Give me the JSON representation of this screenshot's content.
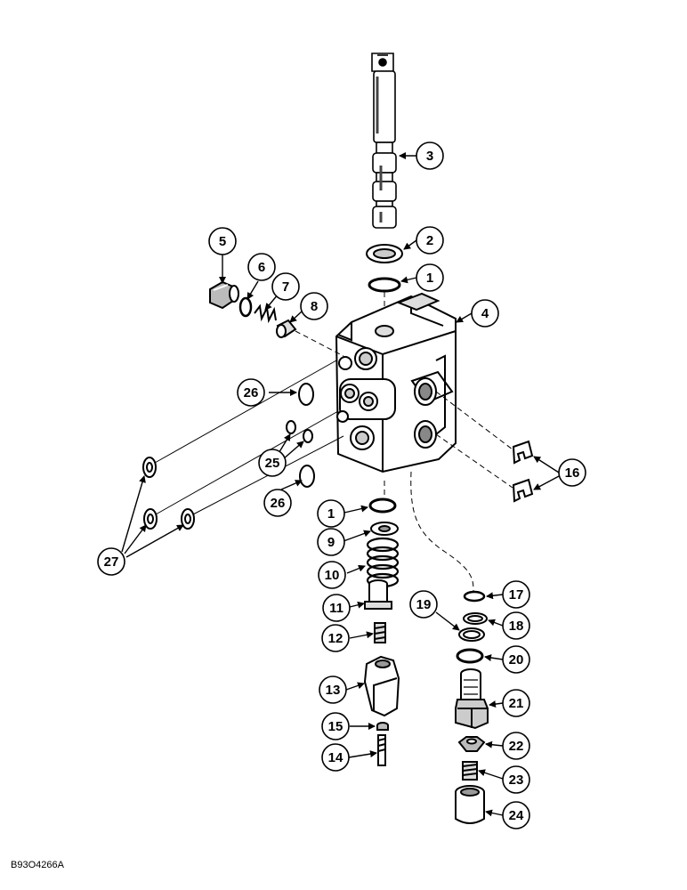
{
  "diagram": {
    "reference_code": "B93O4266A",
    "callouts": {
      "c1a": "1",
      "c1b": "1",
      "c2": "2",
      "c3": "3",
      "c4": "4",
      "c5": "5",
      "c6": "6",
      "c7": "7",
      "c8": "8",
      "c9": "9",
      "c10": "10",
      "c11": "11",
      "c12": "12",
      "c13": "13",
      "c14": "14",
      "c15": "15",
      "c16": "16",
      "c17": "17",
      "c18": "18",
      "c19": "19",
      "c20": "20",
      "c21": "21",
      "c22": "22",
      "c23": "23",
      "c24": "24",
      "c25": "25",
      "c26a": "26",
      "c26b": "26",
      "c27": "27"
    }
  }
}
